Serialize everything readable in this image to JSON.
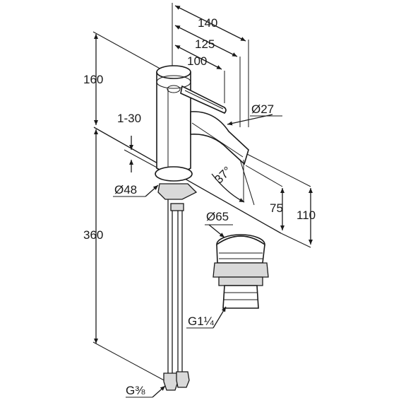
{
  "dimensions": {
    "top_140": "140",
    "top_125": "125",
    "top_100": "100",
    "height_160": "160",
    "height_360": "360",
    "range_1_30": "1-30",
    "spout_dia": "Ø27",
    "body_dia": "Ø48",
    "angle": "37°",
    "height_75": "75",
    "height_110": "110",
    "waste_dia": "Ø65",
    "waste_thread": "G1¼",
    "hose_thread": "G⅜"
  },
  "colors": {
    "line": "#1a1a1a",
    "background": "#ffffff"
  }
}
